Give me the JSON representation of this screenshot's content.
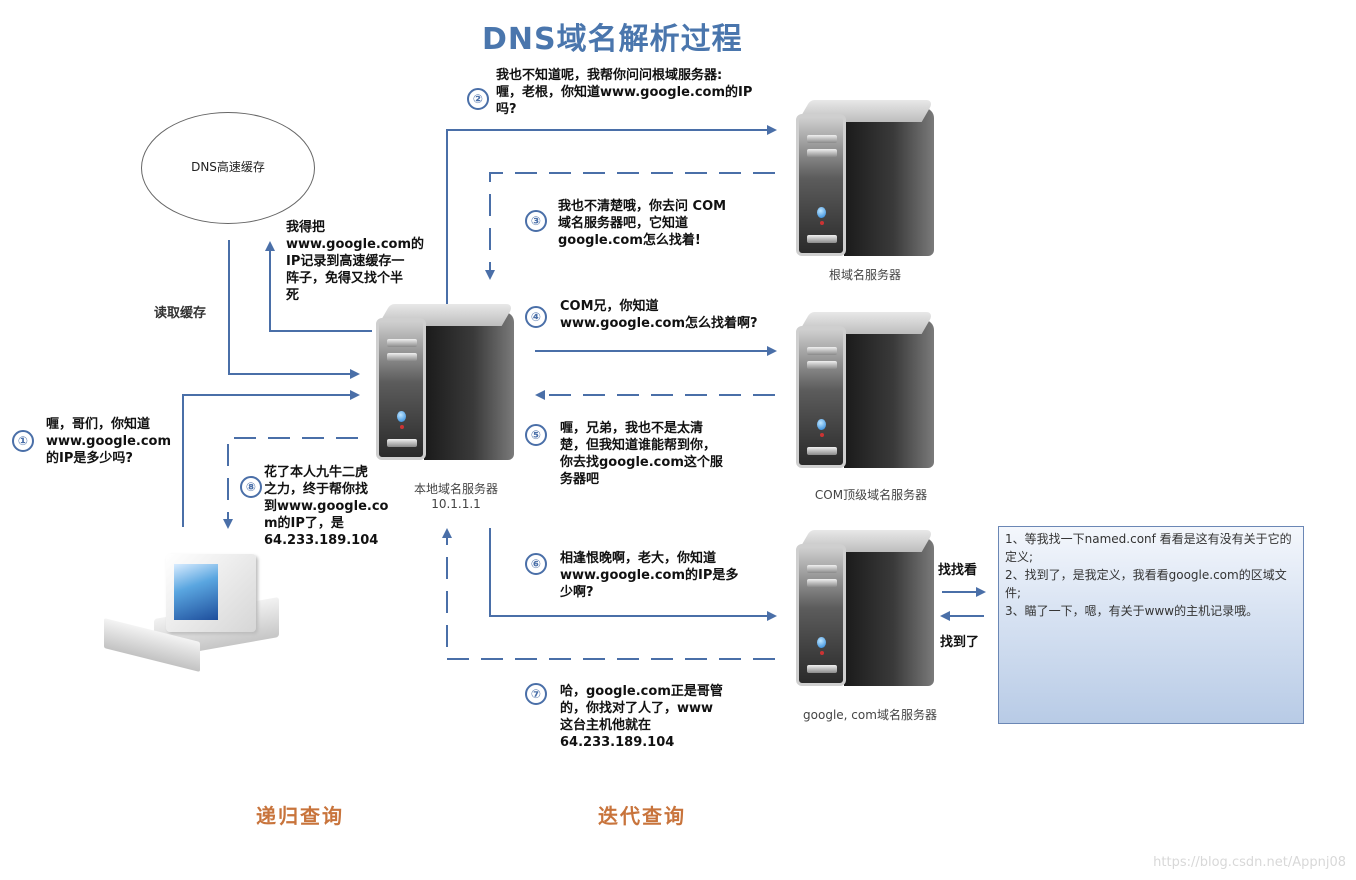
{
  "title": "DNS域名解析过程",
  "colors": {
    "arrow": "#4a6fa8",
    "title": "#4a76ad",
    "section_label": "#c8743c",
    "note_box_border": "#6b87b5"
  },
  "nodes": {
    "cache": "DNS高速缓存",
    "local_server": "本地域名服务器\n10.1.1.1",
    "root_server": "根域名服务器",
    "com_server": "COM顶级域名服务器",
    "google_server": "google, com域名服务器",
    "client": "client-computer"
  },
  "steps": [
    {
      "num": "①",
      "text": "喱，哥们，你知道\nwww.google.com\n的IP是多少吗?"
    },
    {
      "num": "②",
      "text": "我也不知道呢，我帮你问问根域服务器:\n喱，老根，你知道www.google.com的IP\n吗?"
    },
    {
      "num": "③",
      "text": "我也不清楚哦，你去问  COM\n域名服务器吧，它知道\ngoogle.com怎么找着!"
    },
    {
      "num": "④",
      "text": "COM兄，你知道\nwww.google.com怎么找着啊?"
    },
    {
      "num": "⑤",
      "text": "喱，兄弟，我也不是太清\n楚，但我知道谁能帮到你，\n你去找google.com这个服\n务器吧"
    },
    {
      "num": "⑥",
      "text": "相逢恨晚啊，老大，你知道\nwww.google.com的IP是多\n少啊?"
    },
    {
      "num": "⑦",
      "text": "哈，google.com正是哥管\n的，你找对了人了，www\n这台主机他就在\n64.233.189.104"
    },
    {
      "num": "⑧",
      "text": "花了本人九牛二虎\n之力，终于帮你找\n到www.google.co\nm的IP了，是\n64.233.189.104"
    }
  ],
  "cache_write_note": "我得把\nwww.google.com的\nIP记录到高速缓存一\n阵子，免得又找个半\n死",
  "cache_read_label": "读取缓存",
  "lookup_labels": {
    "search": "找找看",
    "found": "找到了"
  },
  "note_box": [
    "1、等我找一下named.conf 看看是这有没有关于它的定义;",
    "2、找到了，是我定义，我看看google.com的区域文件;",
    "3、瞄了一下，嗯，有关于www的主机记录哦。"
  ],
  "sections": {
    "recursive": "递归查询",
    "iterative": "迭代查询"
  },
  "watermark": "https://blog.csdn.net/Appnj08"
}
